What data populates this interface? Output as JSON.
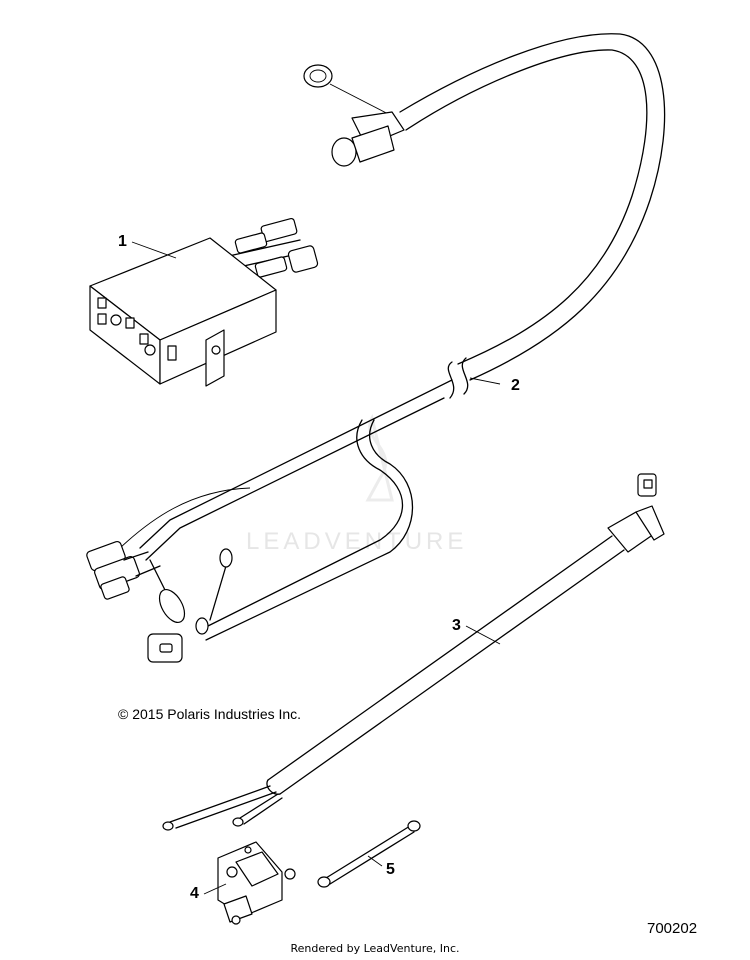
{
  "callouts": {
    "part_1": "1",
    "part_2": "2",
    "part_3": "3",
    "part_4": "4",
    "part_5": "5"
  },
  "copyright": "© 2015 Polaris Industries Inc.",
  "diagram_id": "700202",
  "render_credit": "Rendered by LeadVenture, Inc.",
  "watermark": "LEADVENTURE"
}
